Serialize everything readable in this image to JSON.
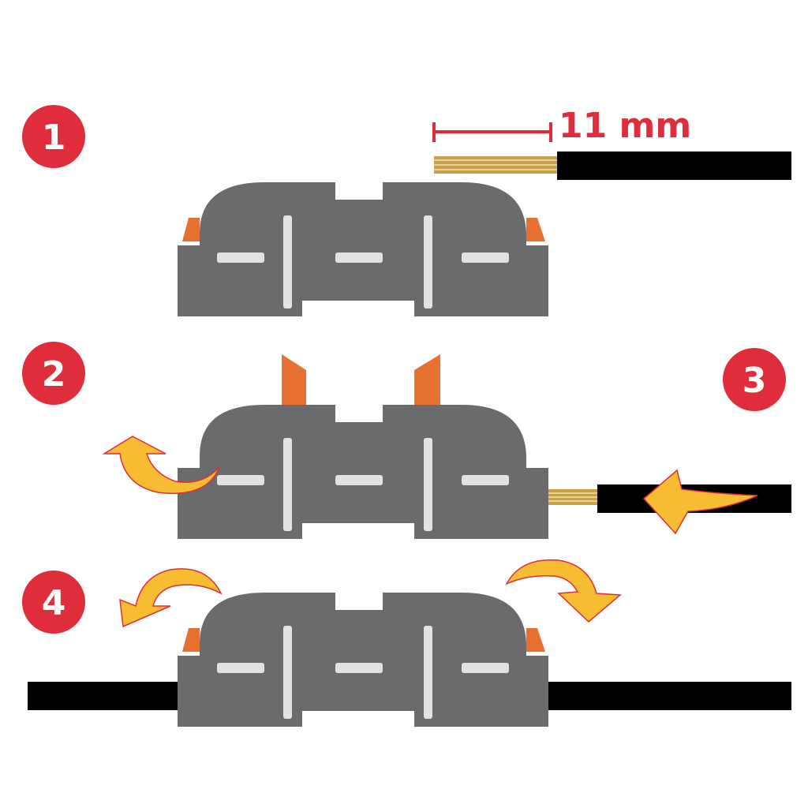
{
  "steps": [
    {
      "number": "1"
    },
    {
      "number": "2"
    },
    {
      "number": "3"
    },
    {
      "number": "4"
    }
  ],
  "strip_length": "11 mm",
  "colors": {
    "badge": "#e02d3c",
    "connector": "#6b6b6d",
    "lever": "#e87131",
    "arrow": "#f6bd33",
    "arrow_outline": "#e02d3c",
    "wire": "#000000",
    "copper": "#c8a04a",
    "slot": "#e2e2e2"
  },
  "icons": {
    "connector": "lever-splice-connector-icon",
    "arrow": "curved-arrow-icon"
  }
}
